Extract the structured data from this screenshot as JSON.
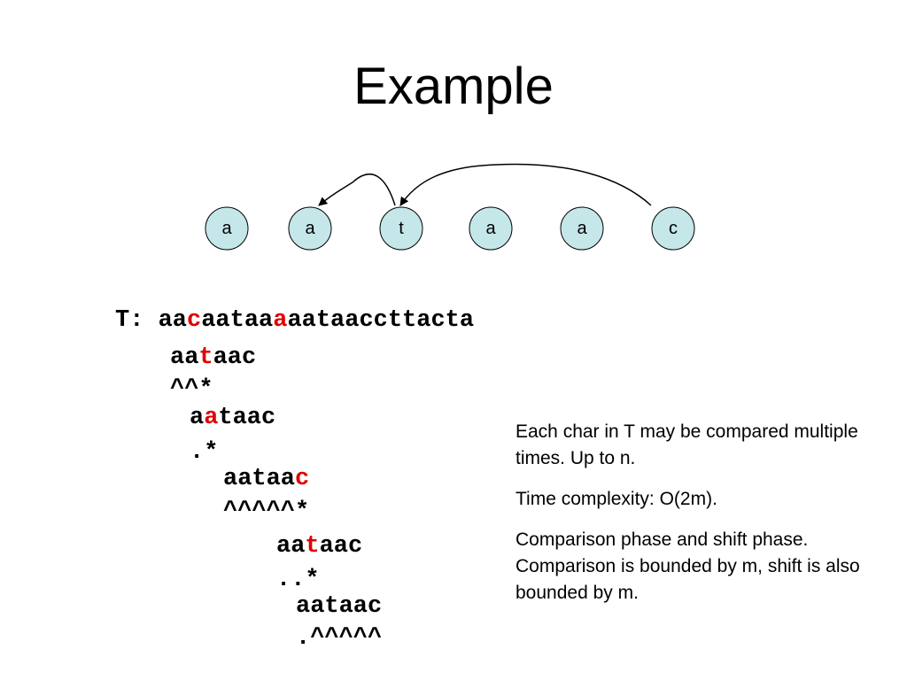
{
  "slide": {
    "title": "Example"
  },
  "pattern_nodes": [
    "a",
    "a",
    "t",
    "a",
    "a",
    "c"
  ],
  "arrows": [
    {
      "from": 2,
      "to": 1
    },
    {
      "from": 5,
      "to": 2
    }
  ],
  "text_label": "T:",
  "text": {
    "pre": "aa",
    "c1": "c",
    "mid": "aataa",
    "c2": "a",
    "post": "aataaccttacta"
  },
  "alignments": [
    {
      "pattern": {
        "pre": "aa",
        "hl": "t",
        "post": "aac"
      },
      "marks": "^^*"
    },
    {
      "pattern": {
        "pre": "a",
        "hl": "a",
        "post": "taac"
      },
      "marks": ".*"
    },
    {
      "pattern": {
        "pre": "aataa",
        "hl": "c",
        "post": ""
      },
      "marks": "^^^^^*"
    },
    {
      "pattern": {
        "pre": "aa",
        "hl": "t",
        "post": "aac"
      },
      "marks": "..*"
    },
    {
      "pattern": {
        "pre": "aataac",
        "hl": "",
        "post": ""
      },
      "marks": ".^^^^^"
    }
  ],
  "notes": [
    "Each char in T may be compared multiple times. Up to n.",
    "Time complexity: O(2m).",
    "Comparison phase and shift phase. Comparison is bounded by m, shift is also bounded by m."
  ],
  "colors": {
    "node_fill": "#c5e7ea",
    "highlight": "#e00000"
  }
}
